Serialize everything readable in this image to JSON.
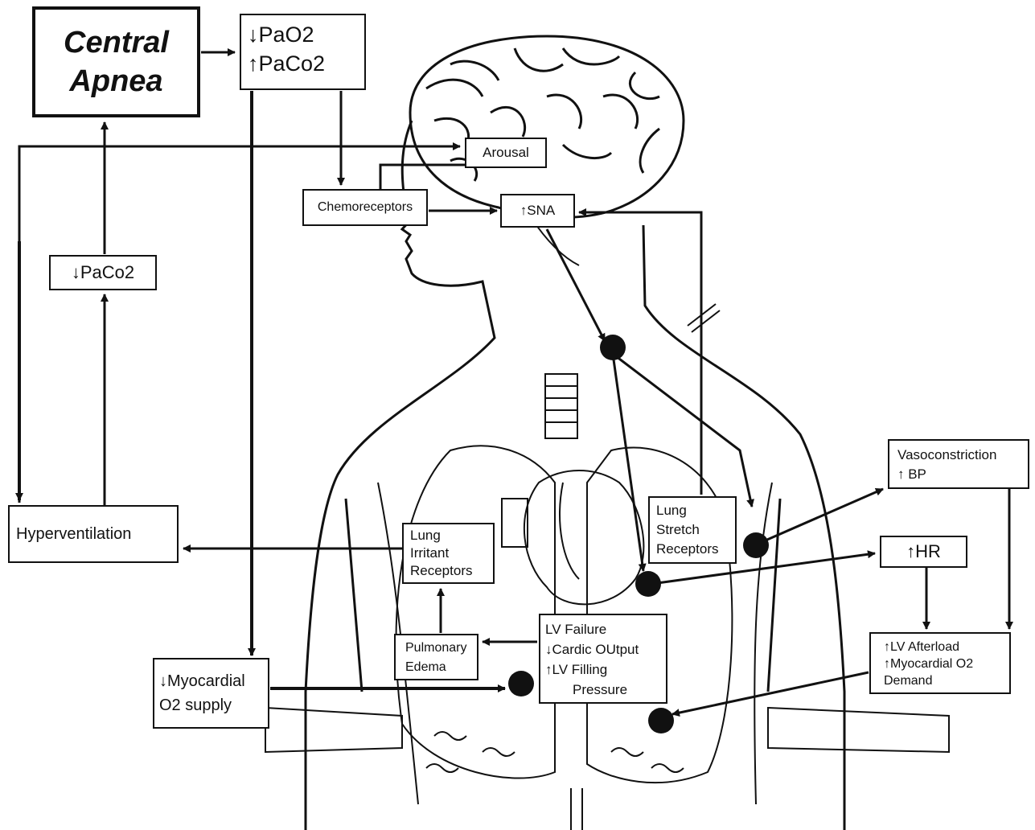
{
  "boxes": {
    "central_apnea": [
      "Central",
      "Apnea"
    ],
    "pao2_paco2": [
      "↓PaO2",
      "↑PaCo2"
    ],
    "arousal": "Arousal",
    "chemoreceptors": "Chemoreceptors",
    "sna": "↑SNA",
    "paco2_down": "↓PaCo2",
    "hyperventilation": "Hyperventilation",
    "lung_irritant": [
      "Lung",
      "Irritant",
      "Receptors"
    ],
    "lung_stretch": [
      "Lung",
      "Stretch",
      "Receptors"
    ],
    "vasoconstriction": [
      "Vasoconstriction",
      "↑ BP"
    ],
    "hr": "↑HR",
    "lv_afterload": [
      "↑LV Afterload",
      "↑Myocardial O2",
      "Demand"
    ],
    "pulmonary_edema": [
      "Pulmonary",
      "Edema"
    ],
    "lv_failure": [
      "LV Failure",
      "↓Cardic OUtput",
      "↑LV Filling",
      "Pressure"
    ],
    "myocardial_supply": [
      "↓Myocardial",
      "O2 supply"
    ]
  }
}
